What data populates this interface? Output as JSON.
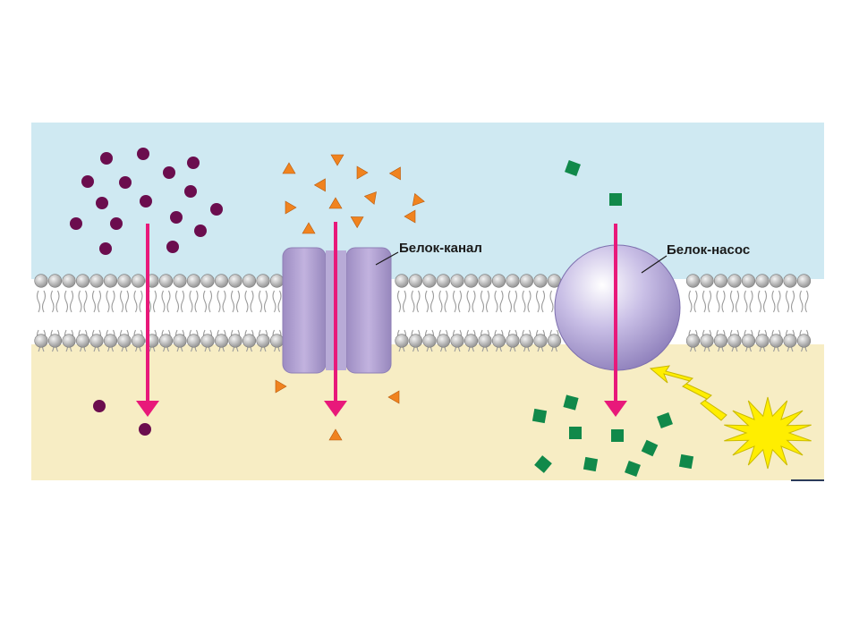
{
  "labels": {
    "channel_protein": "Белок-канал",
    "pump_protein": "Белок-насос"
  },
  "colors": {
    "extracellular": "#cfe9f2",
    "intracellular": "#f7edc4",
    "arrow": "#e8197a",
    "particle_simple": "#6b0d4e",
    "particle_channel": "#f0831f",
    "particle_pump": "#11894a",
    "channel_protein": "#b3a1d0",
    "pump_protein": "#c2b6e2",
    "energy": "#ffee00"
  },
  "icons": {
    "simple_diffusion_particle": "purple-dot",
    "channel_particle": "orange-triangle",
    "pump_particle": "green-square",
    "energy": "yellow-starburst"
  }
}
